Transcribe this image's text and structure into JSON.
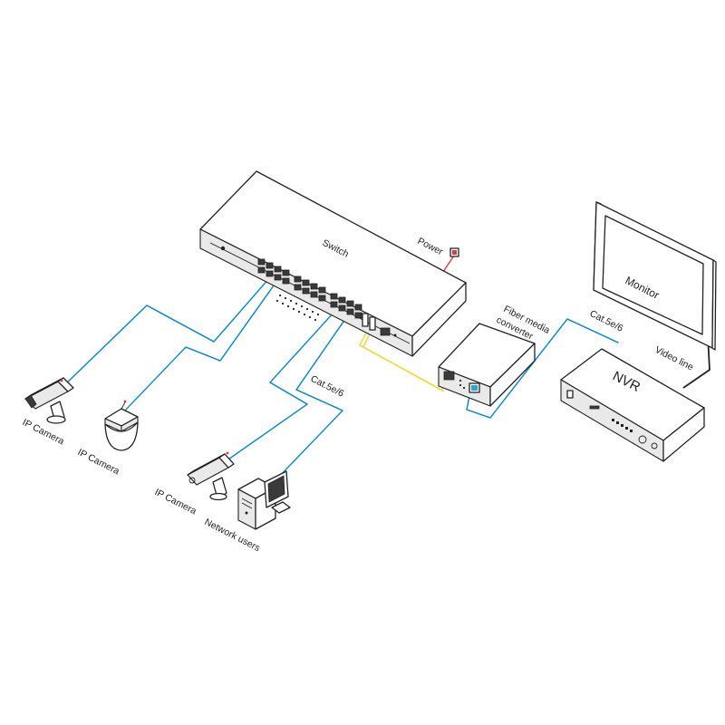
{
  "labels": {
    "switch": "Switch",
    "power": "Power",
    "fiber_media_converter_line1": "Fiber media",
    "fiber_media_converter_line2": "converter",
    "monitor": "Monitor",
    "nvr": "NVR",
    "video_line": "Video line",
    "cat_cable_converter": "Cat.5e/6",
    "cat_cable_users": "Cat.5e/6",
    "ip_camera_1": "IP Camera",
    "ip_camera_2": "IP Camera",
    "ip_camera_3": "IP Camera",
    "network_users": "Network users"
  },
  "colors": {
    "ethernet_cable": "#2aa4e0",
    "fiber_cable": "#f1dc4a",
    "power_cable": "#d93c3c"
  }
}
